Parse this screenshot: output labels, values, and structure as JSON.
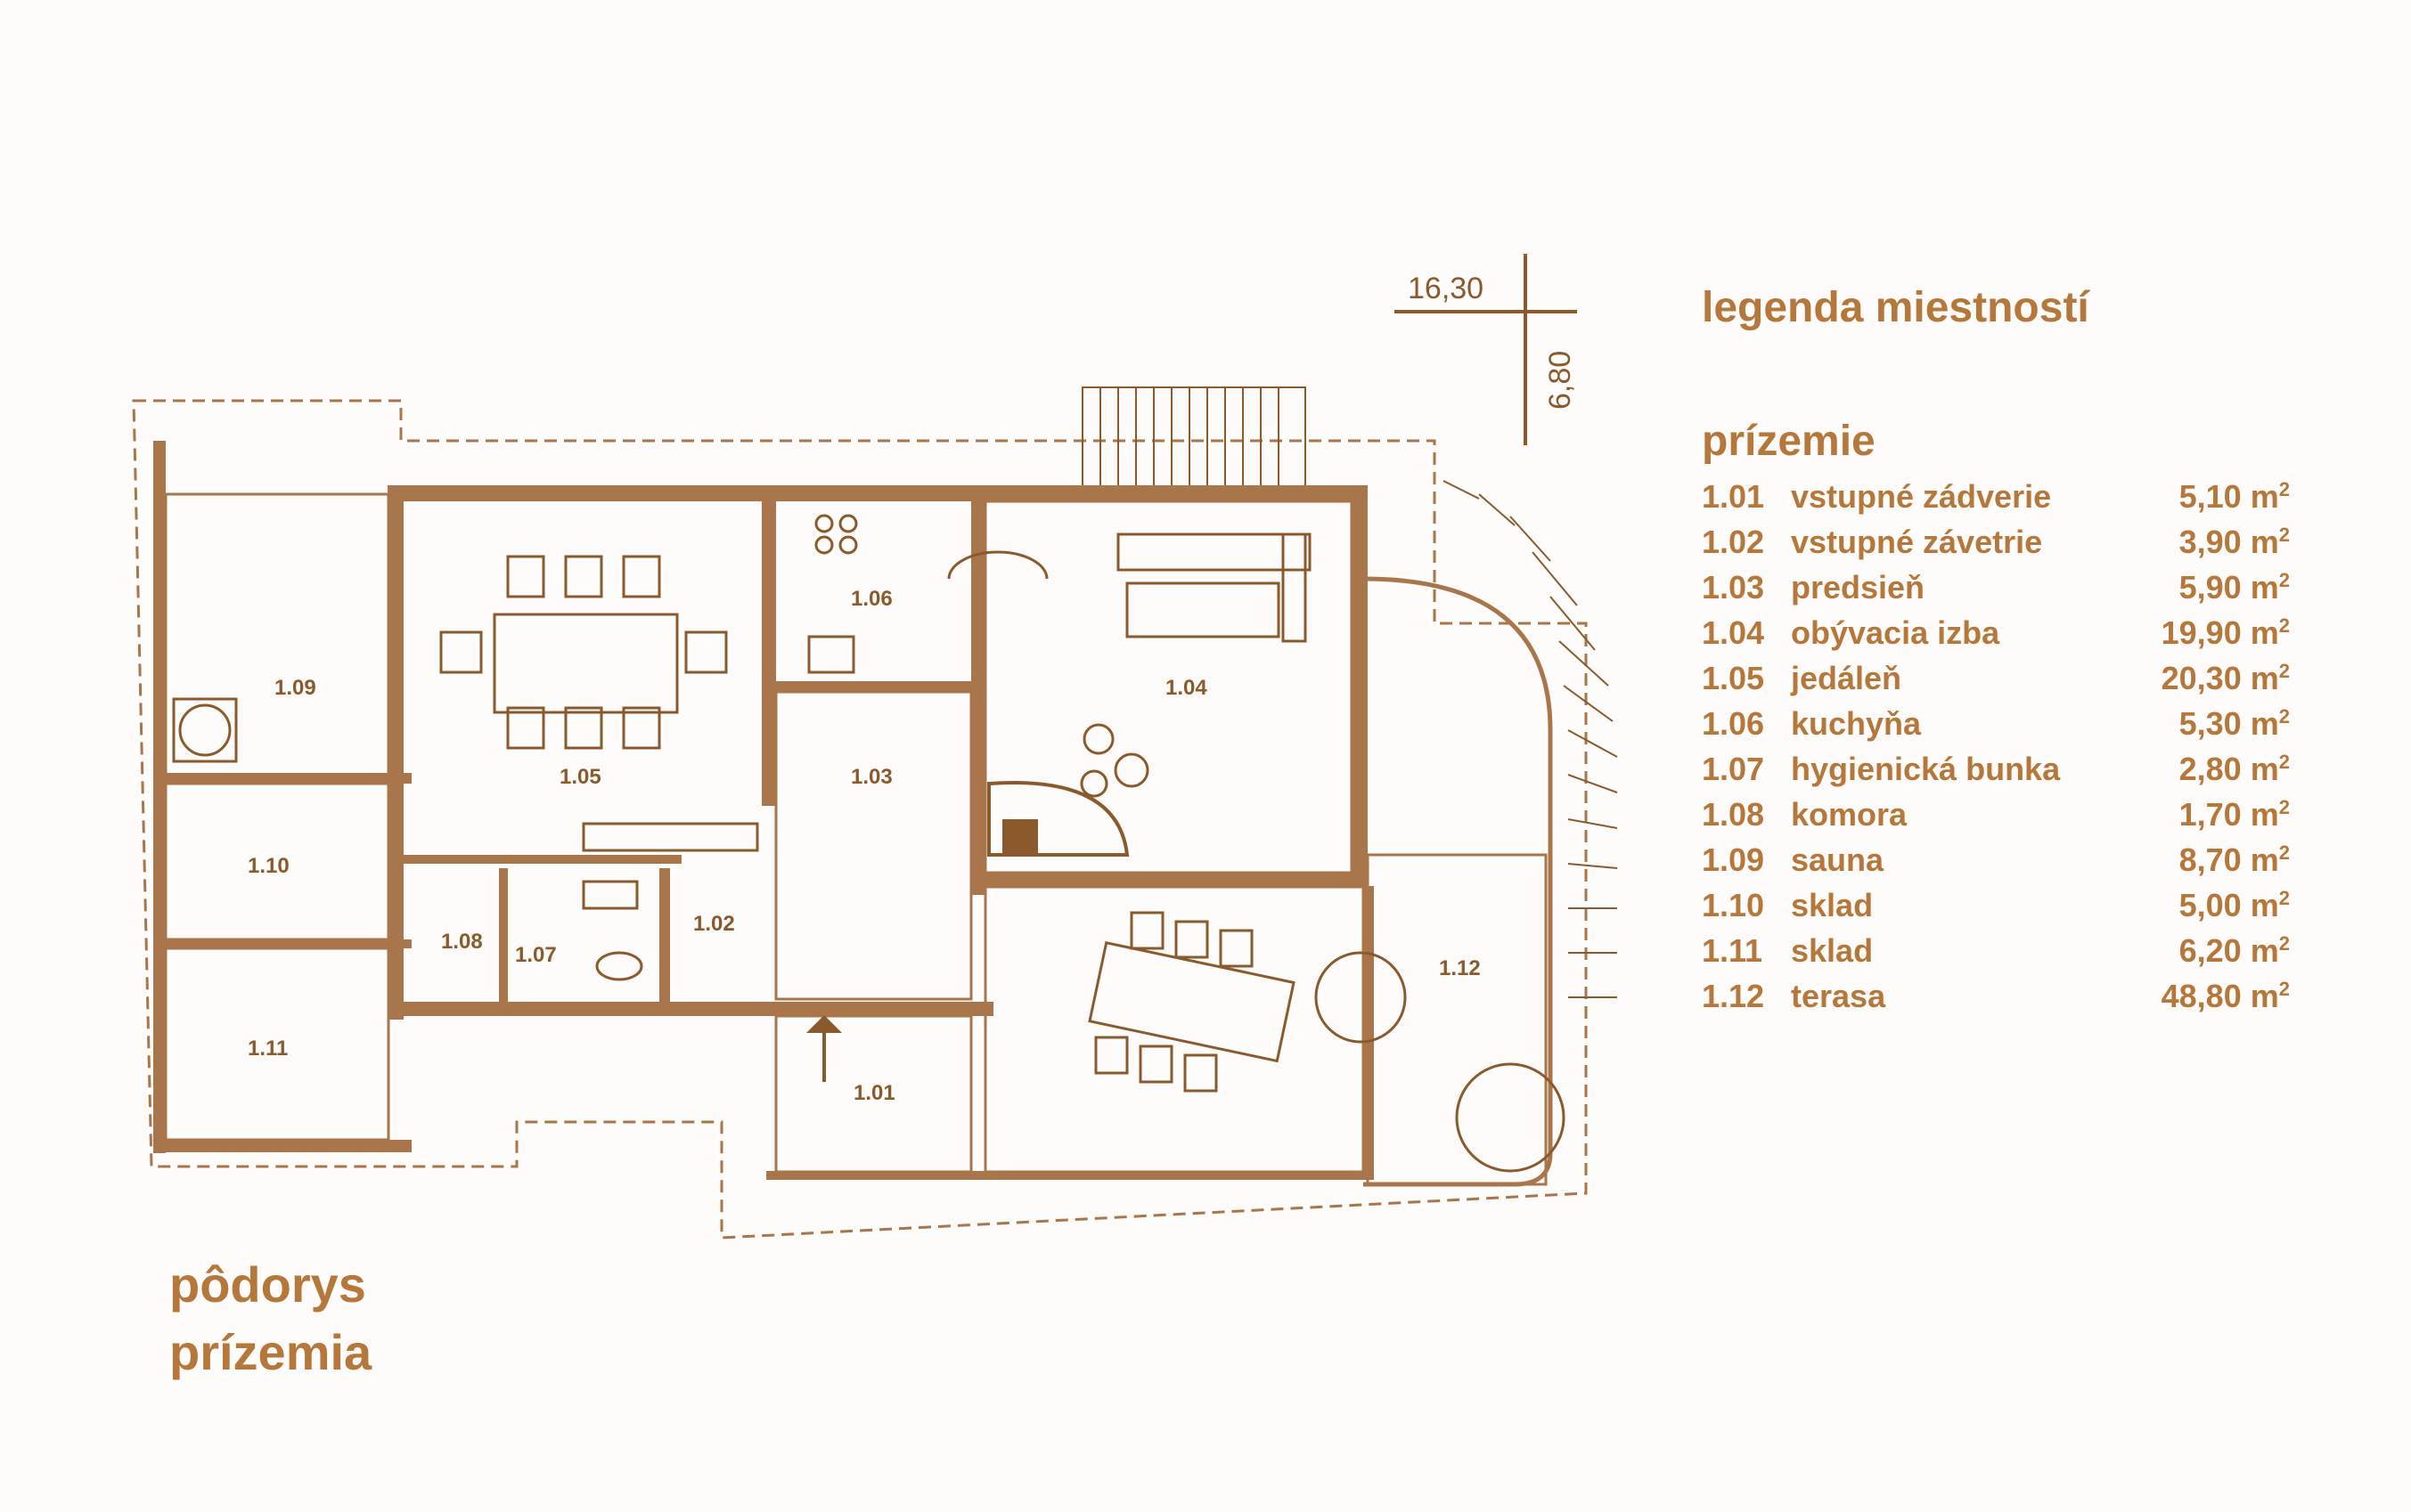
{
  "dimensions": {
    "width_label": "16,30",
    "height_label": "6,80"
  },
  "legend": {
    "title": "legenda miestností",
    "floor": "prízemie",
    "unit_base": "m",
    "unit_exp": "2",
    "rooms": [
      {
        "code": "1.01",
        "name": "vstupné zádverie",
        "area": "5,10"
      },
      {
        "code": "1.02",
        "name": "vstupné závetrie",
        "area": "3,90"
      },
      {
        "code": "1.03",
        "name": "predsieň",
        "area": "5,90"
      },
      {
        "code": "1.04",
        "name": "obývacia izba",
        "area": "19,90"
      },
      {
        "code": "1.05",
        "name": "jedáleň",
        "area": "20,30"
      },
      {
        "code": "1.06",
        "name": "kuchyňa",
        "area": "5,30"
      },
      {
        "code": "1.07",
        "name": "hygienická bunka",
        "area": "2,80"
      },
      {
        "code": "1.08",
        "name": "komora",
        "area": "1,70"
      },
      {
        "code": "1.09",
        "name": "sauna",
        "area": "8,70"
      },
      {
        "code": "1.10",
        "name": "sklad",
        "area": "5,00"
      },
      {
        "code": "1.11",
        "name": "sklad",
        "area": "6,20"
      },
      {
        "code": "1.12",
        "name": "terasa",
        "area": "48,80"
      }
    ]
  },
  "plan_title": {
    "line1": "pôdorys",
    "line2": "prízemia"
  },
  "colors": {
    "accent": "#b5773a",
    "wall": "#a8764a",
    "line": "#8a5a2c"
  }
}
